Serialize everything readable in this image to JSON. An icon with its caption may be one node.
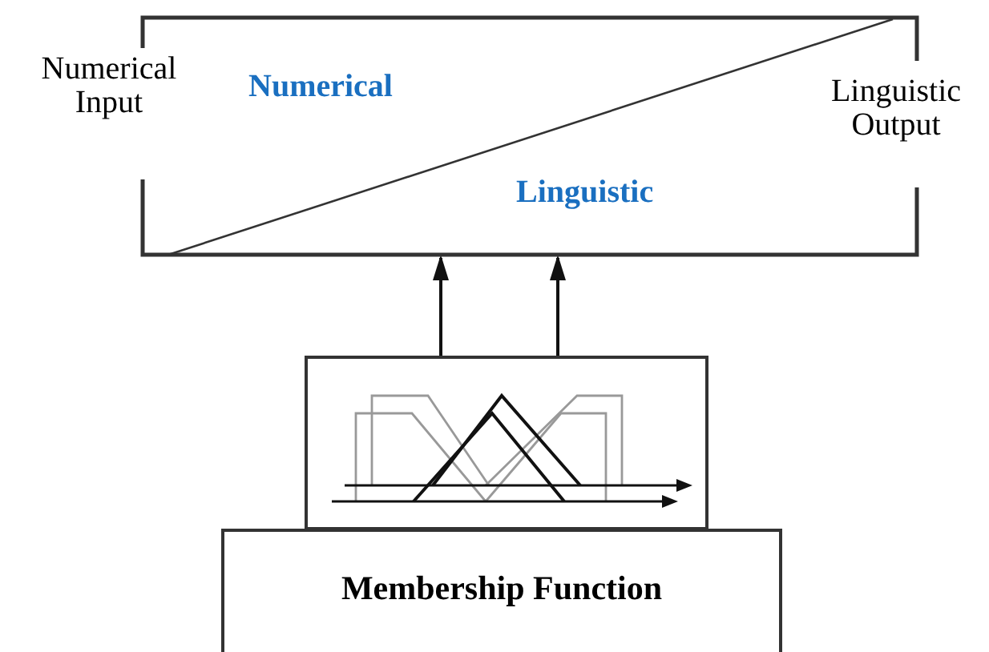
{
  "diagram": {
    "nodes": [
      {
        "text": [
          "Numerical Input",
          "Numerical",
          "Linguistic Output",
          "Linguistic"
        ]
      },
      {
        "text": [],
        "shape": "picture"
      },
      {
        "text": [
          "Membership Function"
        ]
      }
    ],
    "edges": [
      {
        "from": 1,
        "to": 0,
        "arrow": "to"
      },
      {
        "from": 1,
        "to": 0,
        "arrow": "to"
      }
    ]
  }
}
